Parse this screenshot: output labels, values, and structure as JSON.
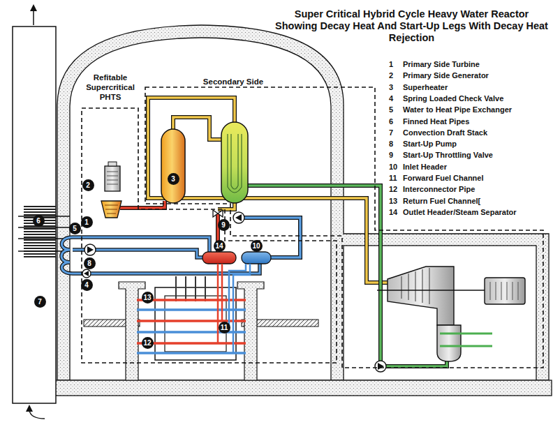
{
  "diagram": {
    "title": "Super Critical Hybrid Cycle Heavy Water Reactor Showing Decay Heat And Start-Up Legs With Decay Heat Rejection",
    "nodes": [
      {
        "text": [
          "Refitable Supercritical PHTS"
        ]
      },
      {
        "text": [
          "Secondary Side"
        ]
      }
    ],
    "labels": [
      "1",
      "Primary Side Turbine",
      "2",
      "Primary Side Generator",
      "3",
      "Superheater",
      "4",
      "Spring Loaded Check Valve",
      "5",
      "Water to Heat Pipe Exchanger",
      "6",
      "Finned Heat Pipes",
      "7",
      "Convection Draft Stack",
      "8",
      "Start-Up Pump",
      "9",
      "Start-Up Throttling Valve",
      "10",
      "Inlet Header",
      "11",
      "Forward Fuel Channel",
      "12",
      "Interconnector Pipe",
      "13",
      "Return Fuel Channel[",
      "14",
      "Outlet Header/Steam Separator",
      "6",
      "5",
      "7",
      "2",
      "3",
      "1",
      "9",
      "8",
      "14",
      "10",
      "4",
      "13",
      "11",
      "12"
    ]
  }
}
